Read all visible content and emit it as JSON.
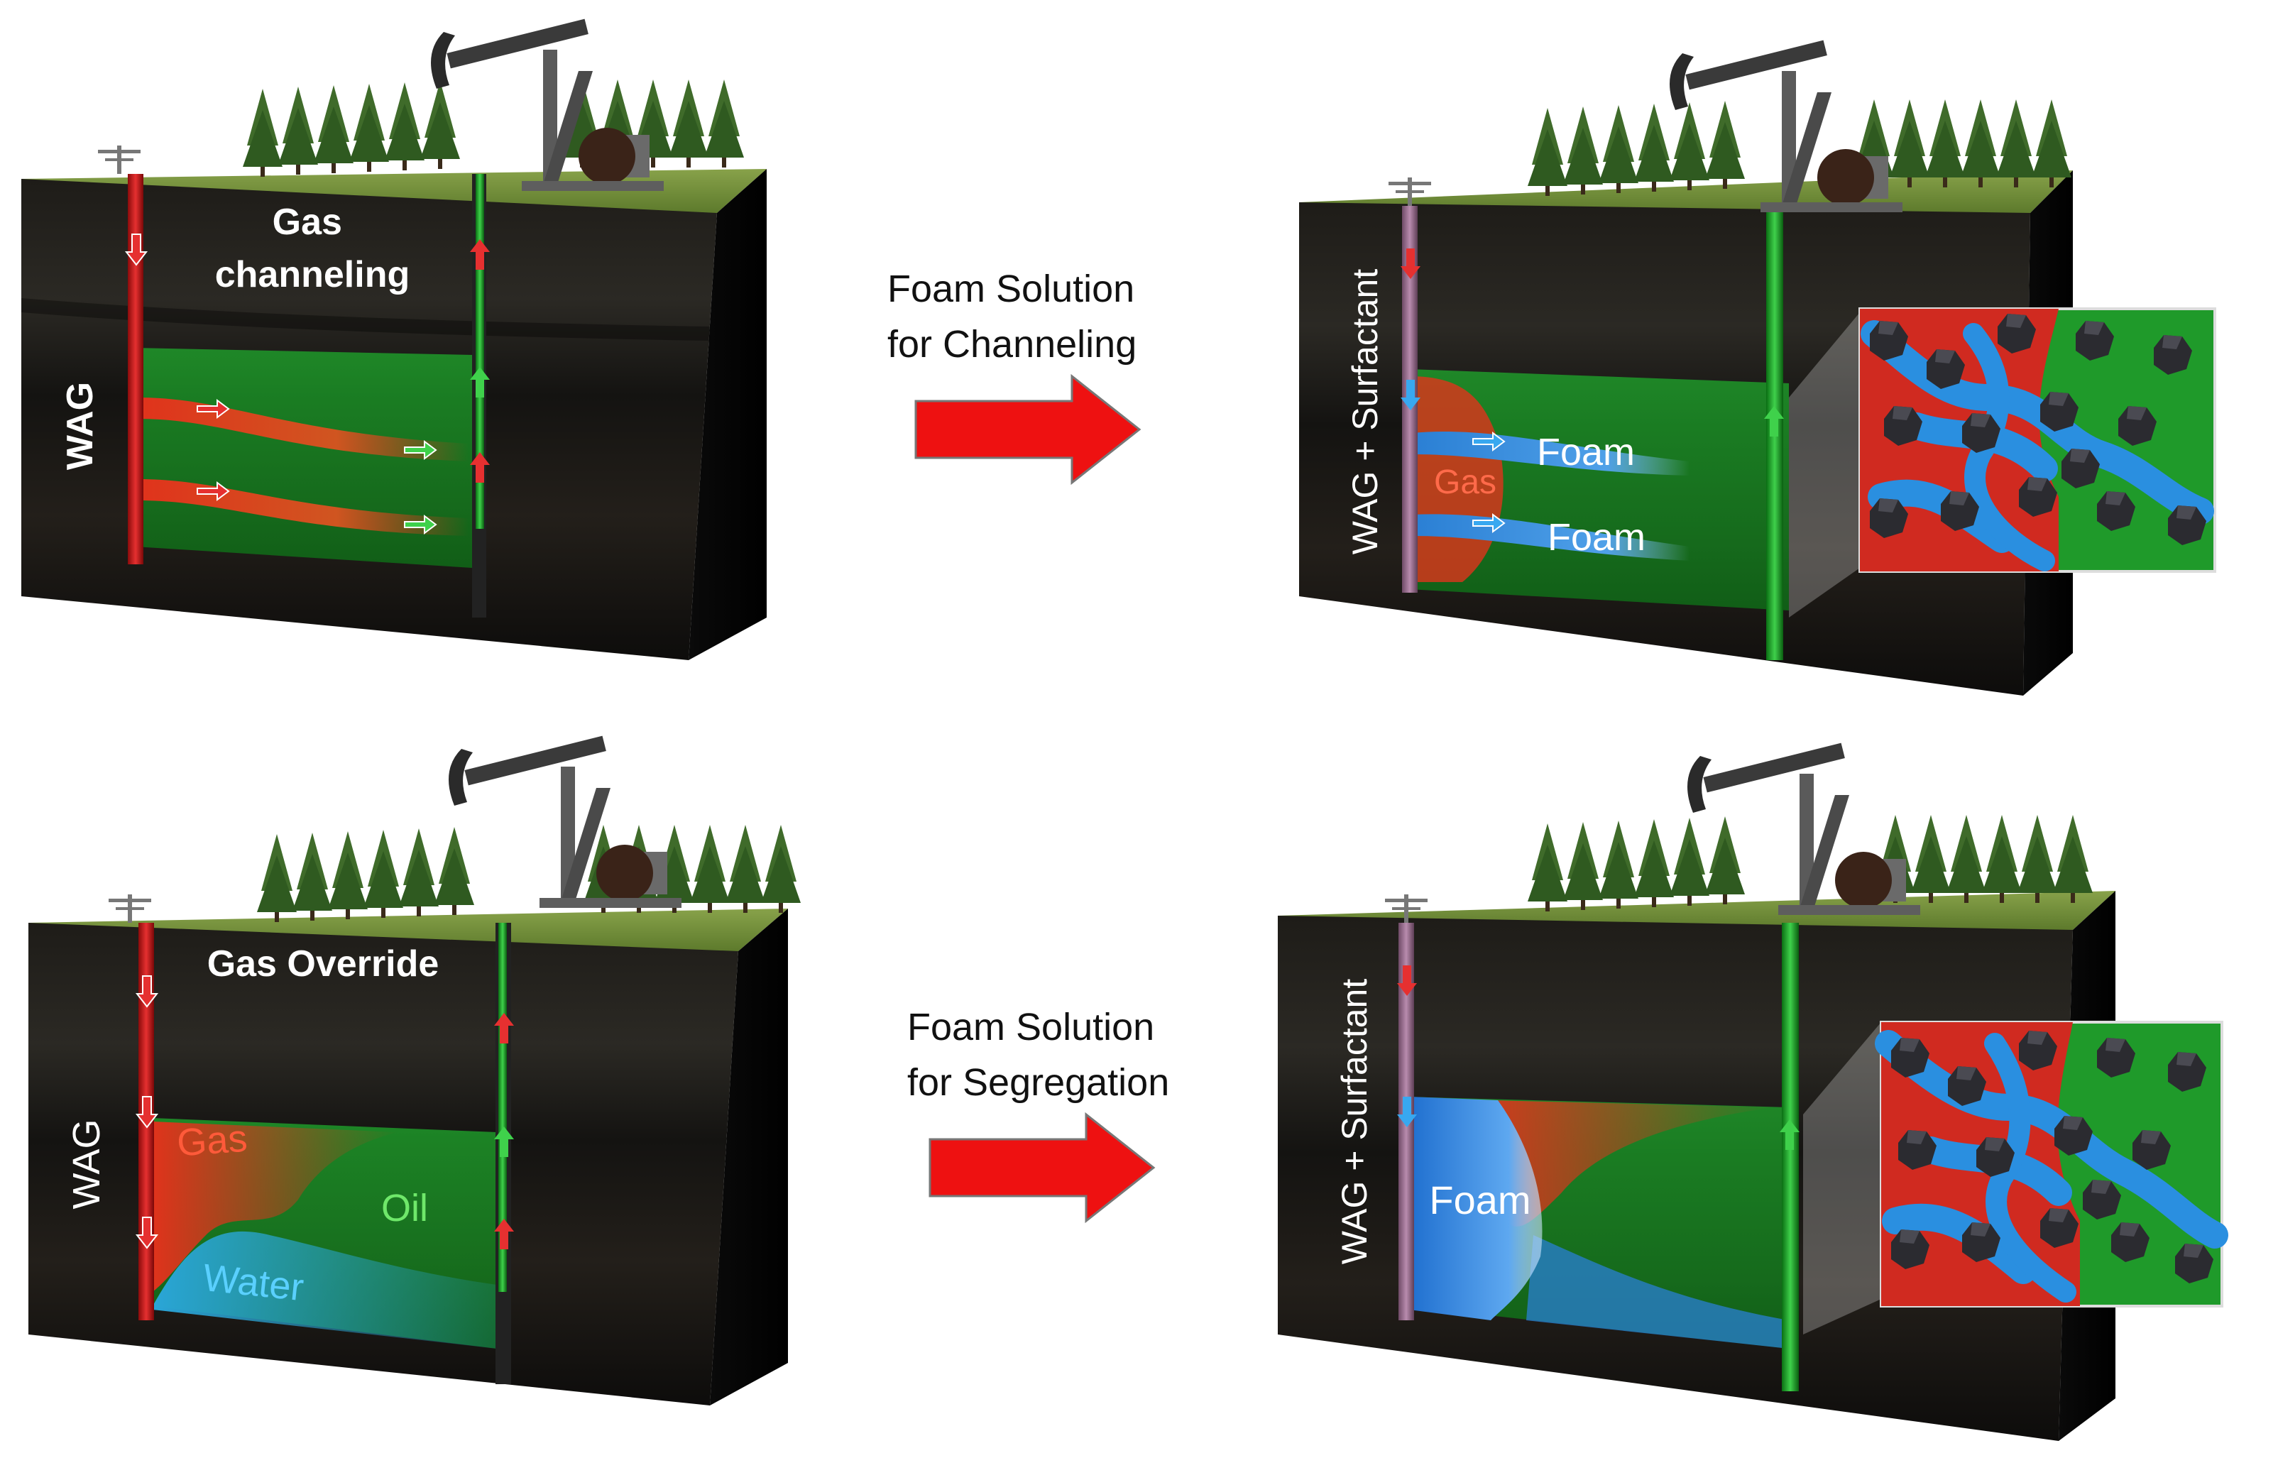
{
  "panels": {
    "top_left": {
      "title": "Gas\nchanneling",
      "injection_label": "WAG"
    },
    "top_right": {
      "injection_label": "WAG + Surfactant",
      "gas_label": "Gas",
      "foam_label_1": "Foam",
      "foam_label_2": "Foam"
    },
    "bottom_left": {
      "title": "Gas Override",
      "injection_label": "WAG",
      "gas_label": "Gas",
      "oil_label": "Oil",
      "water_label": "Water"
    },
    "bottom_right": {
      "injection_label": "WAG + Surfactant",
      "foam_label": "Foam"
    }
  },
  "arrows": {
    "top": {
      "line1": "Foam Solution",
      "line2": "for Channeling"
    },
    "bottom": {
      "line1": "Foam Solution",
      "line2": "for Segregation"
    }
  },
  "colors": {
    "gas": "#e0331c",
    "foam": "#2a7fd4",
    "oil": "#1f9a2a",
    "water": "#2aa6d8",
    "arrow": "#ee1111",
    "ground": "#111111",
    "grass": "#6f8a3a"
  }
}
